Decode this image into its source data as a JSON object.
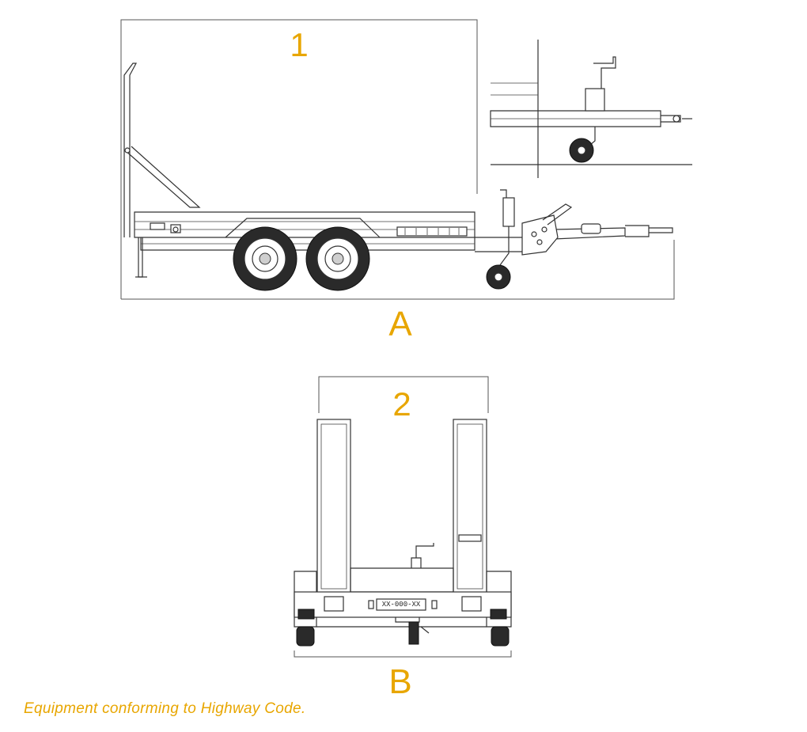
{
  "labels": {
    "side_view_dimension": "1",
    "side_view_letter": "A",
    "rear_view_dimension": "2",
    "rear_view_letter": "B"
  },
  "plate": "XX-000-XX",
  "caption": "Equipment conforming to Highway Code.",
  "colors": {
    "accent": "#e8a600",
    "line": "#333333"
  }
}
